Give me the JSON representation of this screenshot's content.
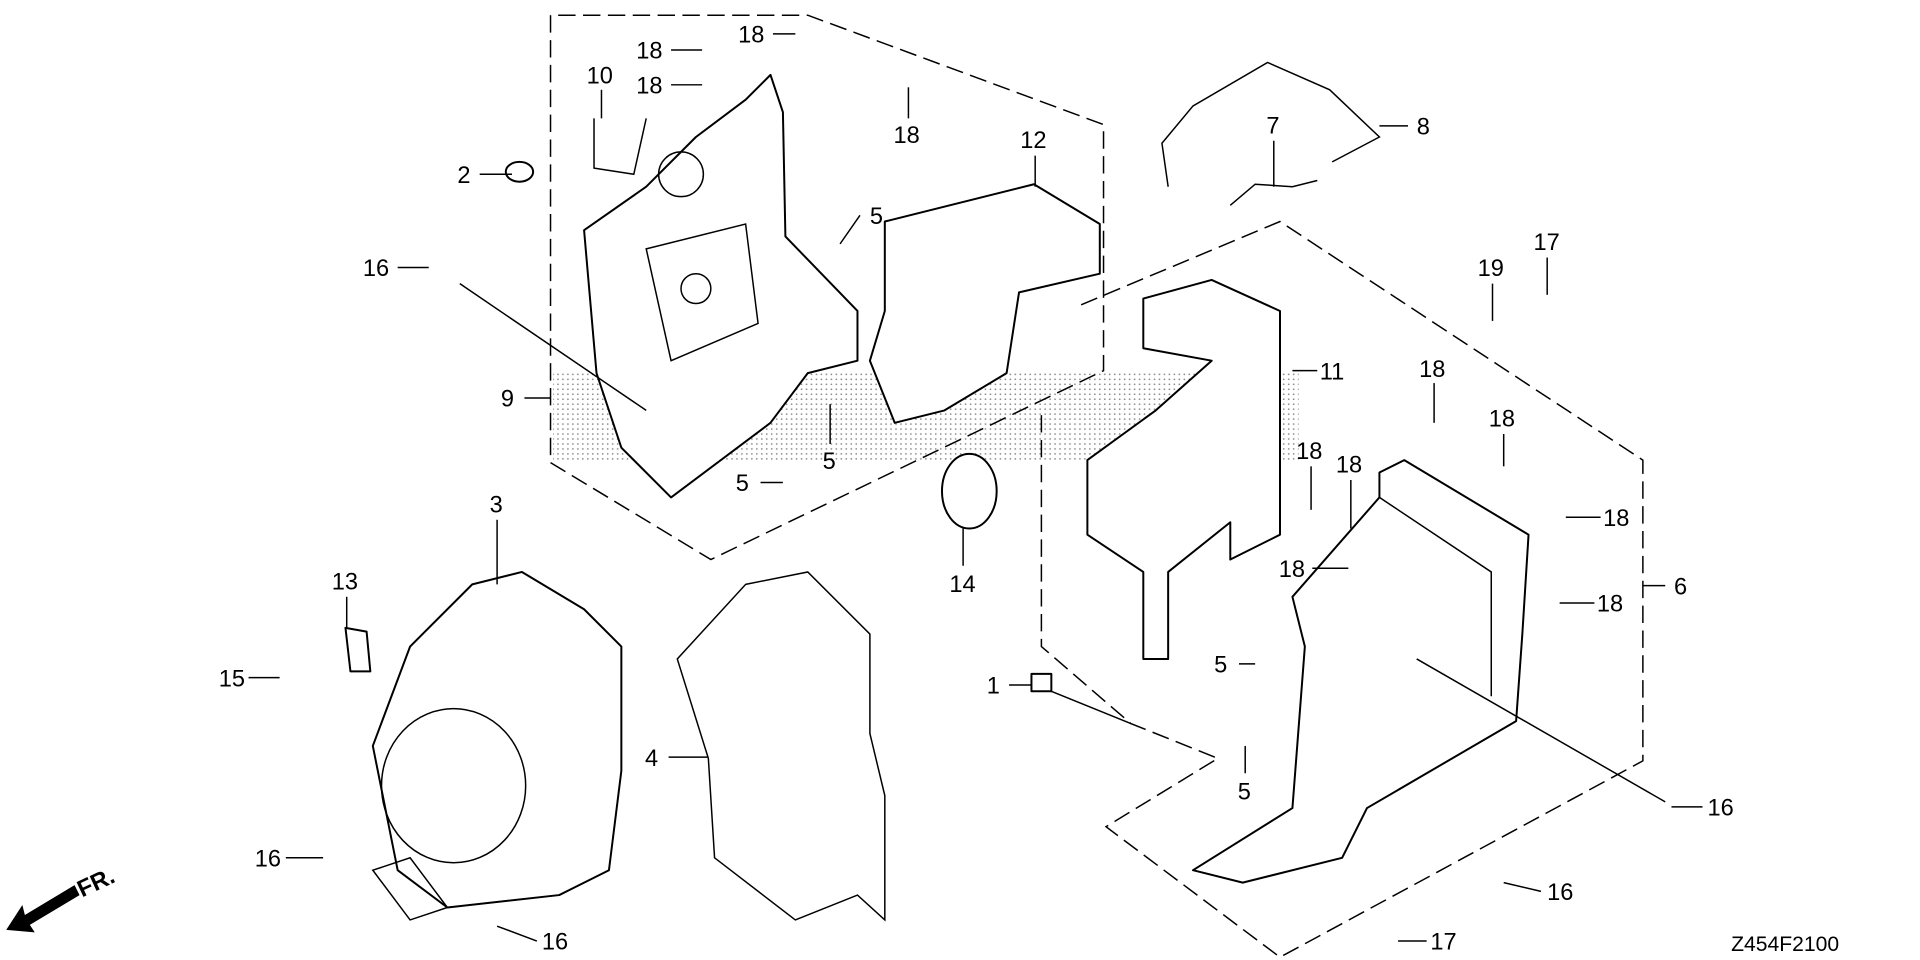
{
  "diagram_code": "Z454F2100",
  "front_indicator": "FR.",
  "callouts": [
    "18",
    "18",
    "18",
    "10",
    "18",
    "12",
    "8",
    "7",
    "2",
    "5",
    "16",
    "17",
    "19",
    "11",
    "9",
    "5",
    "18",
    "18",
    "18",
    "18",
    "5",
    "18",
    "3",
    "18",
    "14",
    "6",
    "18",
    "13",
    "5",
    "1",
    "15",
    "4",
    "5",
    "16",
    "16",
    "16",
    "16",
    "17"
  ]
}
